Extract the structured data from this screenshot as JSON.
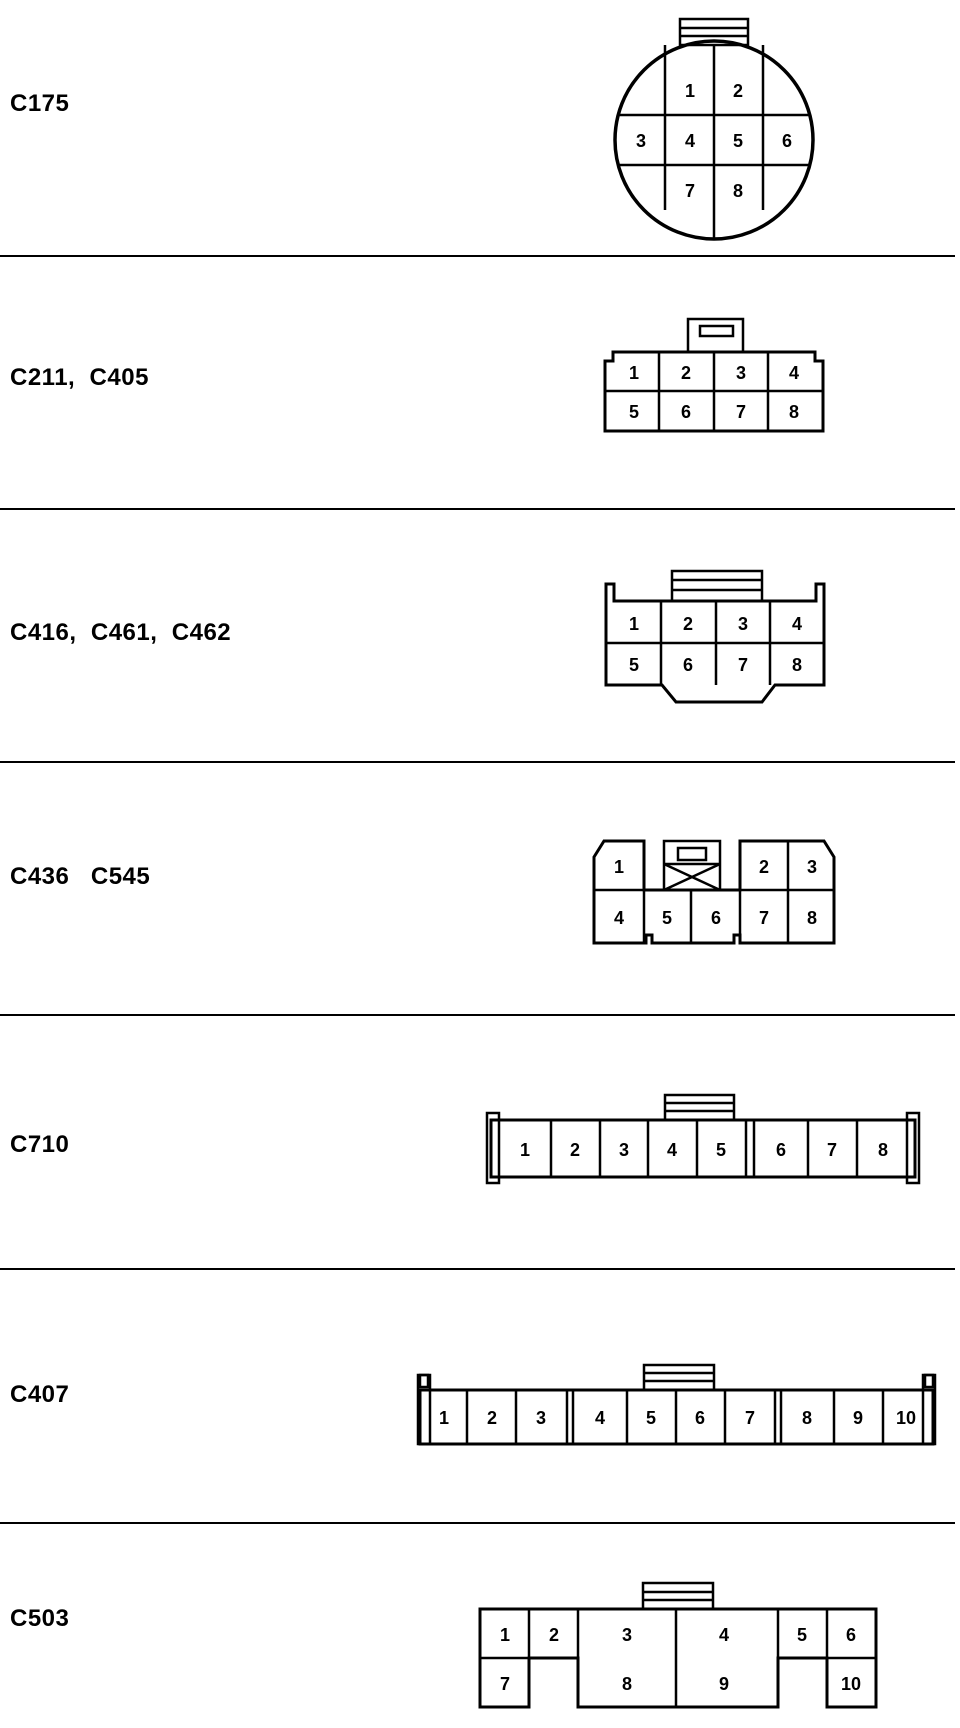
{
  "connectors": [
    {
      "id": "c175",
      "label": "C175",
      "pins": [
        "1",
        "2",
        "3",
        "4",
        "5",
        "6",
        "7",
        "8"
      ]
    },
    {
      "id": "c211",
      "label": "C211,  C405",
      "pins": [
        "1",
        "2",
        "3",
        "4",
        "5",
        "6",
        "7",
        "8"
      ]
    },
    {
      "id": "c416",
      "label": "C416,  C461,  C462",
      "pins": [
        "1",
        "2",
        "3",
        "4",
        "5",
        "6",
        "7",
        "8"
      ]
    },
    {
      "id": "c436",
      "label": "C436   C545",
      "pins": [
        "1",
        "2",
        "3",
        "4",
        "5",
        "6",
        "7",
        "8"
      ]
    },
    {
      "id": "c710",
      "label": "C710",
      "pins": [
        "1",
        "2",
        "3",
        "4",
        "5",
        "6",
        "7",
        "8"
      ]
    },
    {
      "id": "c407",
      "label": "C407",
      "pins": [
        "1",
        "2",
        "3",
        "4",
        "5",
        "6",
        "7",
        "8",
        "9",
        "10"
      ]
    },
    {
      "id": "c503",
      "label": "C503",
      "pins": [
        "1",
        "2",
        "3",
        "4",
        "5",
        "6",
        "7",
        "8",
        "9",
        "10"
      ]
    }
  ]
}
